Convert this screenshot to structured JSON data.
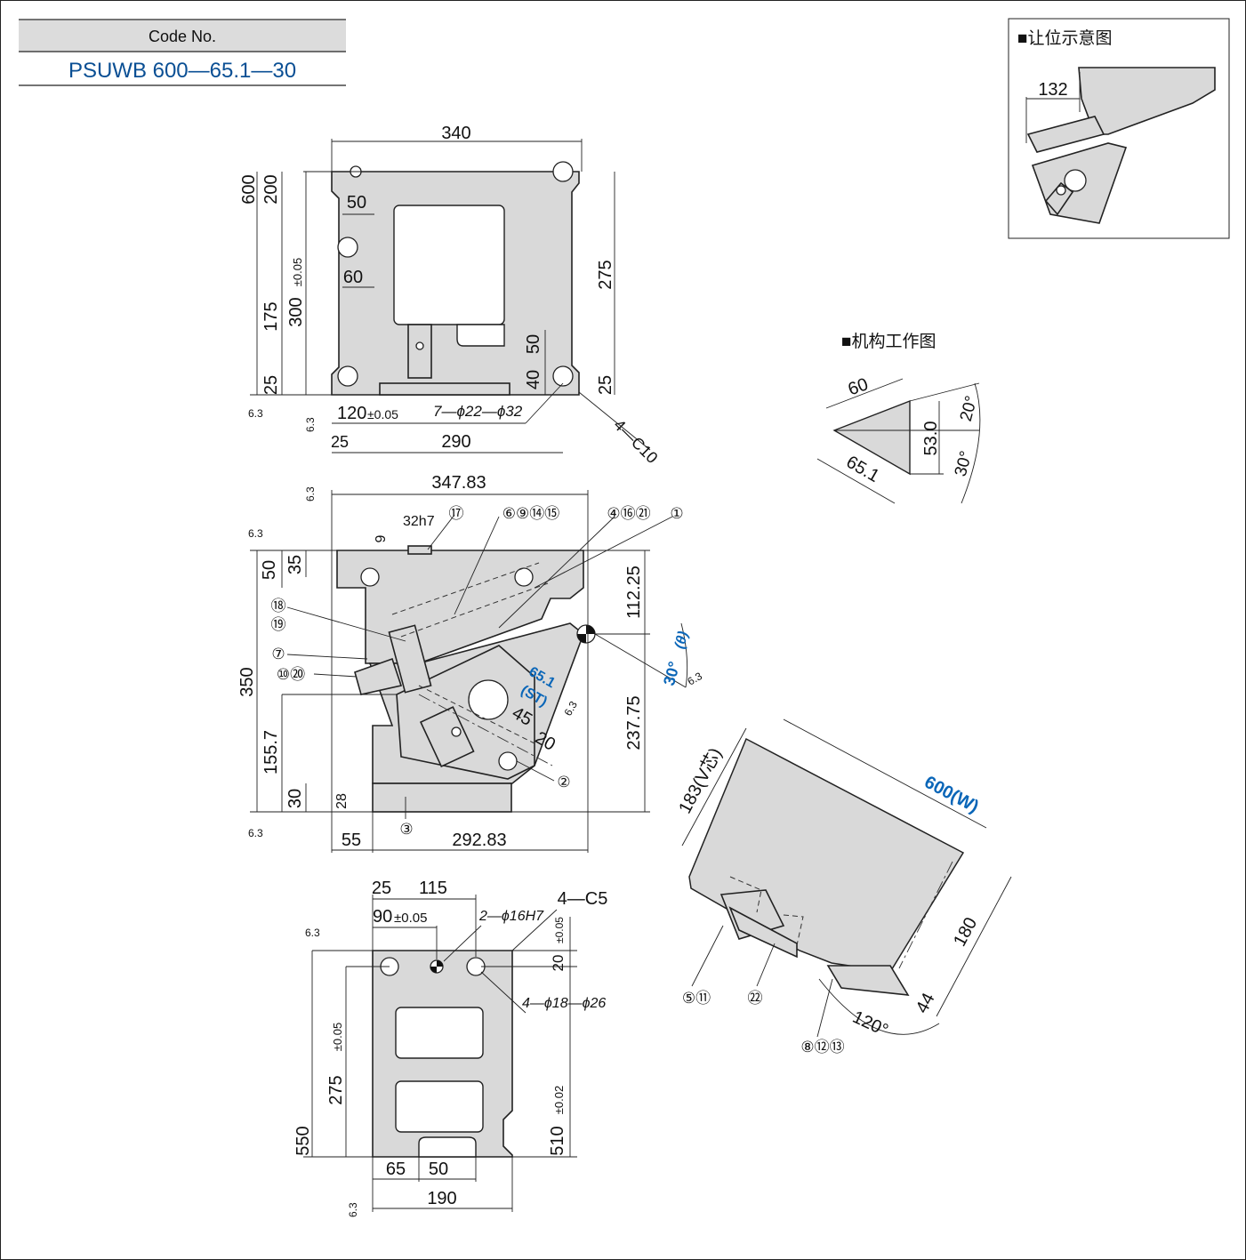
{
  "code_box": {
    "header": "Code No.",
    "code": "PSUWB 600—65.1—30"
  },
  "retract_view": {
    "title": "■让位示意图",
    "dim": "132"
  },
  "mechanism_view": {
    "title": "■机构工作图",
    "dims": [
      "60",
      "53.0",
      "65.1",
      "20°",
      "30°"
    ]
  },
  "top_view": {
    "dims": {
      "width": "340",
      "height": "600",
      "d200": "200",
      "d175": "175",
      "d300": "300",
      "tol300": "±0.05",
      "d25_left": "25",
      "d50": "50",
      "d60": "60",
      "d275": "275",
      "d50_mid": "50",
      "d40": "40",
      "d25_right": "25",
      "d120": "120",
      "tol120": "±0.05",
      "holes": "7—ϕ22—ϕ32",
      "chamfer": "4—C10",
      "d25_bottom": "25",
      "d290": "290"
    }
  },
  "front_view": {
    "dims": {
      "width_top": "347.83",
      "d32h7": "32h7",
      "d9": "9",
      "d50": "50",
      "d35": "35",
      "d350": "350",
      "d155_7": "155.7",
      "d30": "30",
      "d28": "28",
      "d55": "55",
      "width_bottom": "292.83",
      "d112_25": "112.25",
      "d237_75": "237.75",
      "angle": "30°",
      "theta": "(θ)",
      "stroke": "65.1",
      "st": "(ST)",
      "d45": "45",
      "d20": "20"
    },
    "callouts": [
      "⑰",
      "⑥⑨⑭⑮",
      "④⑯㉑",
      "①",
      "⑱",
      "⑲",
      "⑦",
      "⑩⑳",
      "②",
      "③"
    ]
  },
  "bottom_view": {
    "dims": {
      "d25": "25",
      "d115": "115",
      "chamfer": "4—C5",
      "d90": "90",
      "tol90": "±0.05",
      "pins": "2—ϕ16H7",
      "d20": "20",
      "tol20": "±0.05",
      "holes": "4—ϕ18—ϕ26",
      "d275": "275",
      "tol275": "±0.05",
      "d550": "550",
      "d510": "510",
      "tol510": "±0.02",
      "d65": "65",
      "d50": "50",
      "d190": "190"
    }
  },
  "iso_view": {
    "dims": {
      "v_core": "183(V芯)",
      "width": "600(W)",
      "d180": "180",
      "d44": "44",
      "angle": "120°"
    },
    "callouts": [
      "⑤⑪",
      "㉒",
      "⑧⑫⑬"
    ]
  },
  "roughness": "6.3"
}
